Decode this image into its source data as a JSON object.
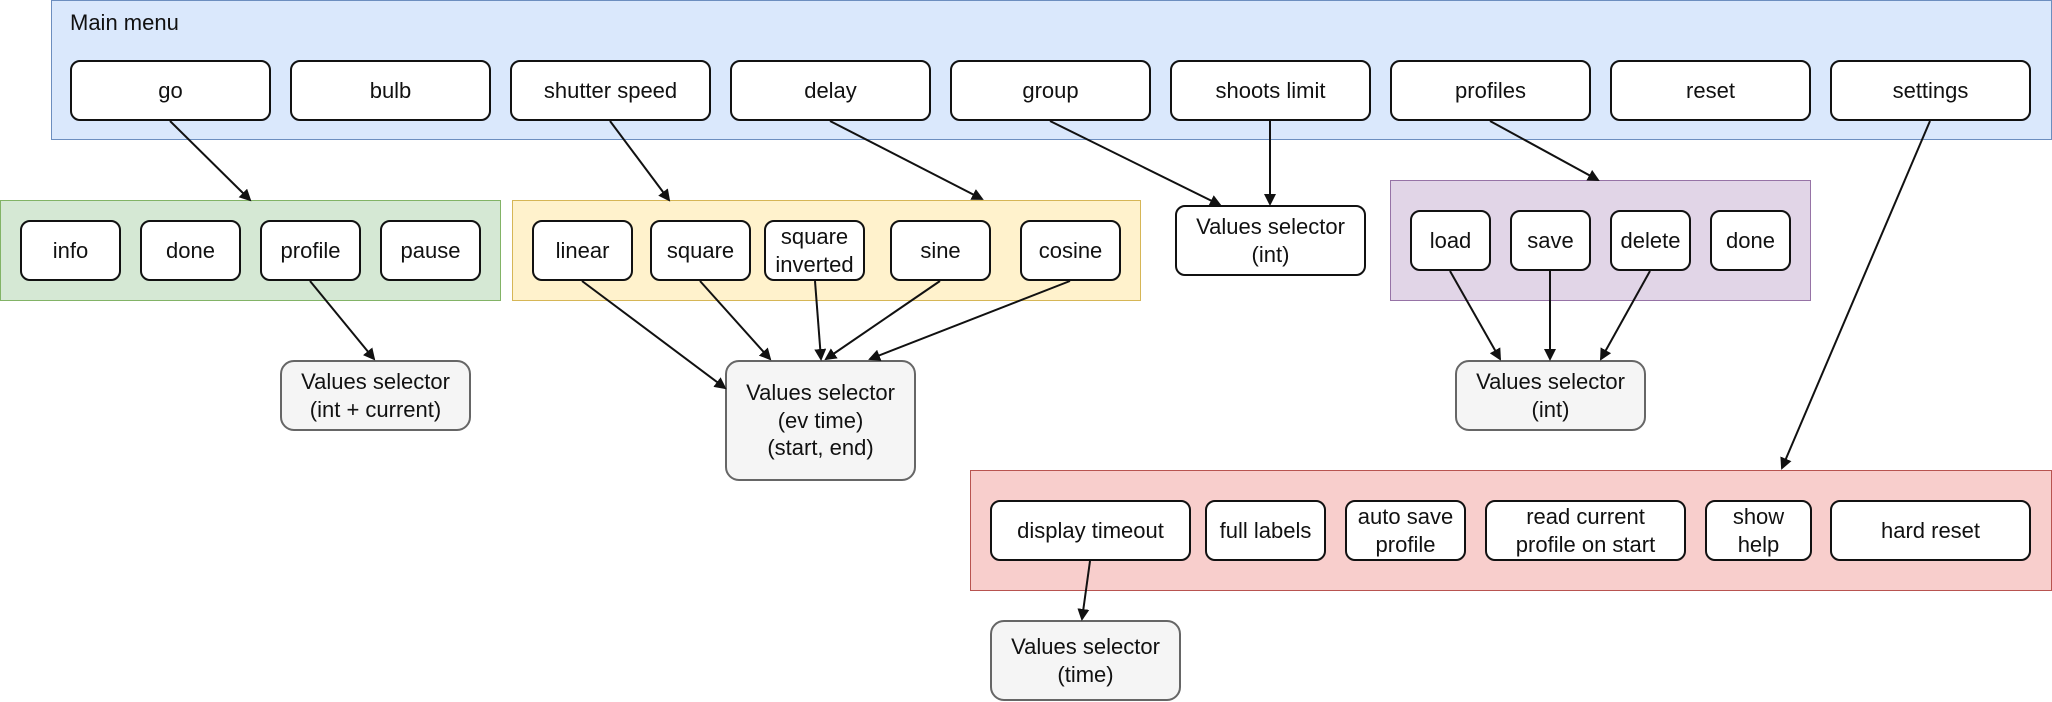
{
  "main_menu": {
    "title": "Main menu",
    "items": [
      "go",
      "bulb",
      "shutter speed",
      "delay",
      "group",
      "shoots limit",
      "profiles",
      "reset",
      "settings"
    ]
  },
  "go_menu": {
    "items": [
      "info",
      "done",
      "profile",
      "pause"
    ]
  },
  "curve_menu": {
    "items": [
      "linear",
      "square",
      "square\ninverted",
      "sine",
      "cosine"
    ]
  },
  "profiles_menu": {
    "items": [
      "load",
      "save",
      "delete",
      "done"
    ]
  },
  "settings_menu": {
    "items": [
      "display timeout",
      "full labels",
      "auto save\nprofile",
      "read current\nprofile on start",
      "show\nhelp",
      "hard reset"
    ]
  },
  "selectors": {
    "int_current": "Values selector\n(int + current)",
    "ev_time": "Values selector\n(ev time)\n(start, end)",
    "int_group": "Values selector\n(int)",
    "int_profiles": "Values selector\n(int)",
    "time": "Values selector\n(time)"
  },
  "colors": {
    "main": "#dae8fc",
    "go": "#d5e8d4",
    "curve": "#fff2cc",
    "profiles": "#e1d5e7",
    "settings": "#f8cecc"
  }
}
